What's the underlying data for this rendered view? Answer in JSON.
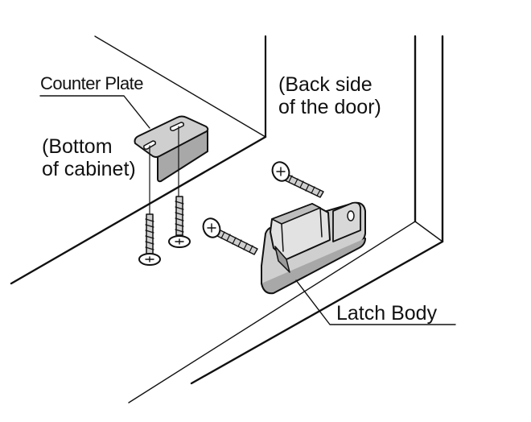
{
  "labels": {
    "counter_plate": "Counter Plate",
    "bottom_of_cabinet": [
      "(Bottom",
      "of cabinet)"
    ],
    "back_side_of_door": [
      "(Back side",
      "of the door)"
    ],
    "latch_body": "Latch Body"
  },
  "colors": {
    "line": "#111111",
    "part_fill": "#cfcfcf",
    "part_dark": "#a8a8a8",
    "background": "#ffffff"
  }
}
